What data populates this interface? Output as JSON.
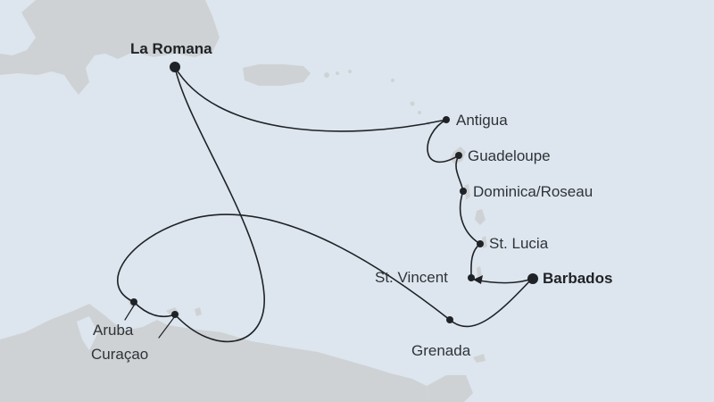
{
  "map": {
    "colors": {
      "sea": "#dde6ee",
      "land": "#cfd2d5",
      "route": "#1f2226",
      "text": "#2f3338"
    },
    "ports": [
      {
        "id": "la-romana",
        "name": "La Romana",
        "major": true
      },
      {
        "id": "antigua",
        "name": "Antigua",
        "major": false
      },
      {
        "id": "guadeloupe",
        "name": "Guadeloupe",
        "major": false
      },
      {
        "id": "dominica",
        "name": "Dominica/Roseau",
        "major": false
      },
      {
        "id": "st-lucia",
        "name": "St. Lucia",
        "major": false
      },
      {
        "id": "st-vincent",
        "name": "St. Vincent",
        "major": false
      },
      {
        "id": "barbados",
        "name": "Barbados",
        "major": true
      },
      {
        "id": "grenada",
        "name": "Grenada",
        "major": false
      },
      {
        "id": "aruba",
        "name": "Aruba",
        "major": false
      },
      {
        "id": "curacao",
        "name": "Curaçao",
        "major": false
      }
    ]
  }
}
